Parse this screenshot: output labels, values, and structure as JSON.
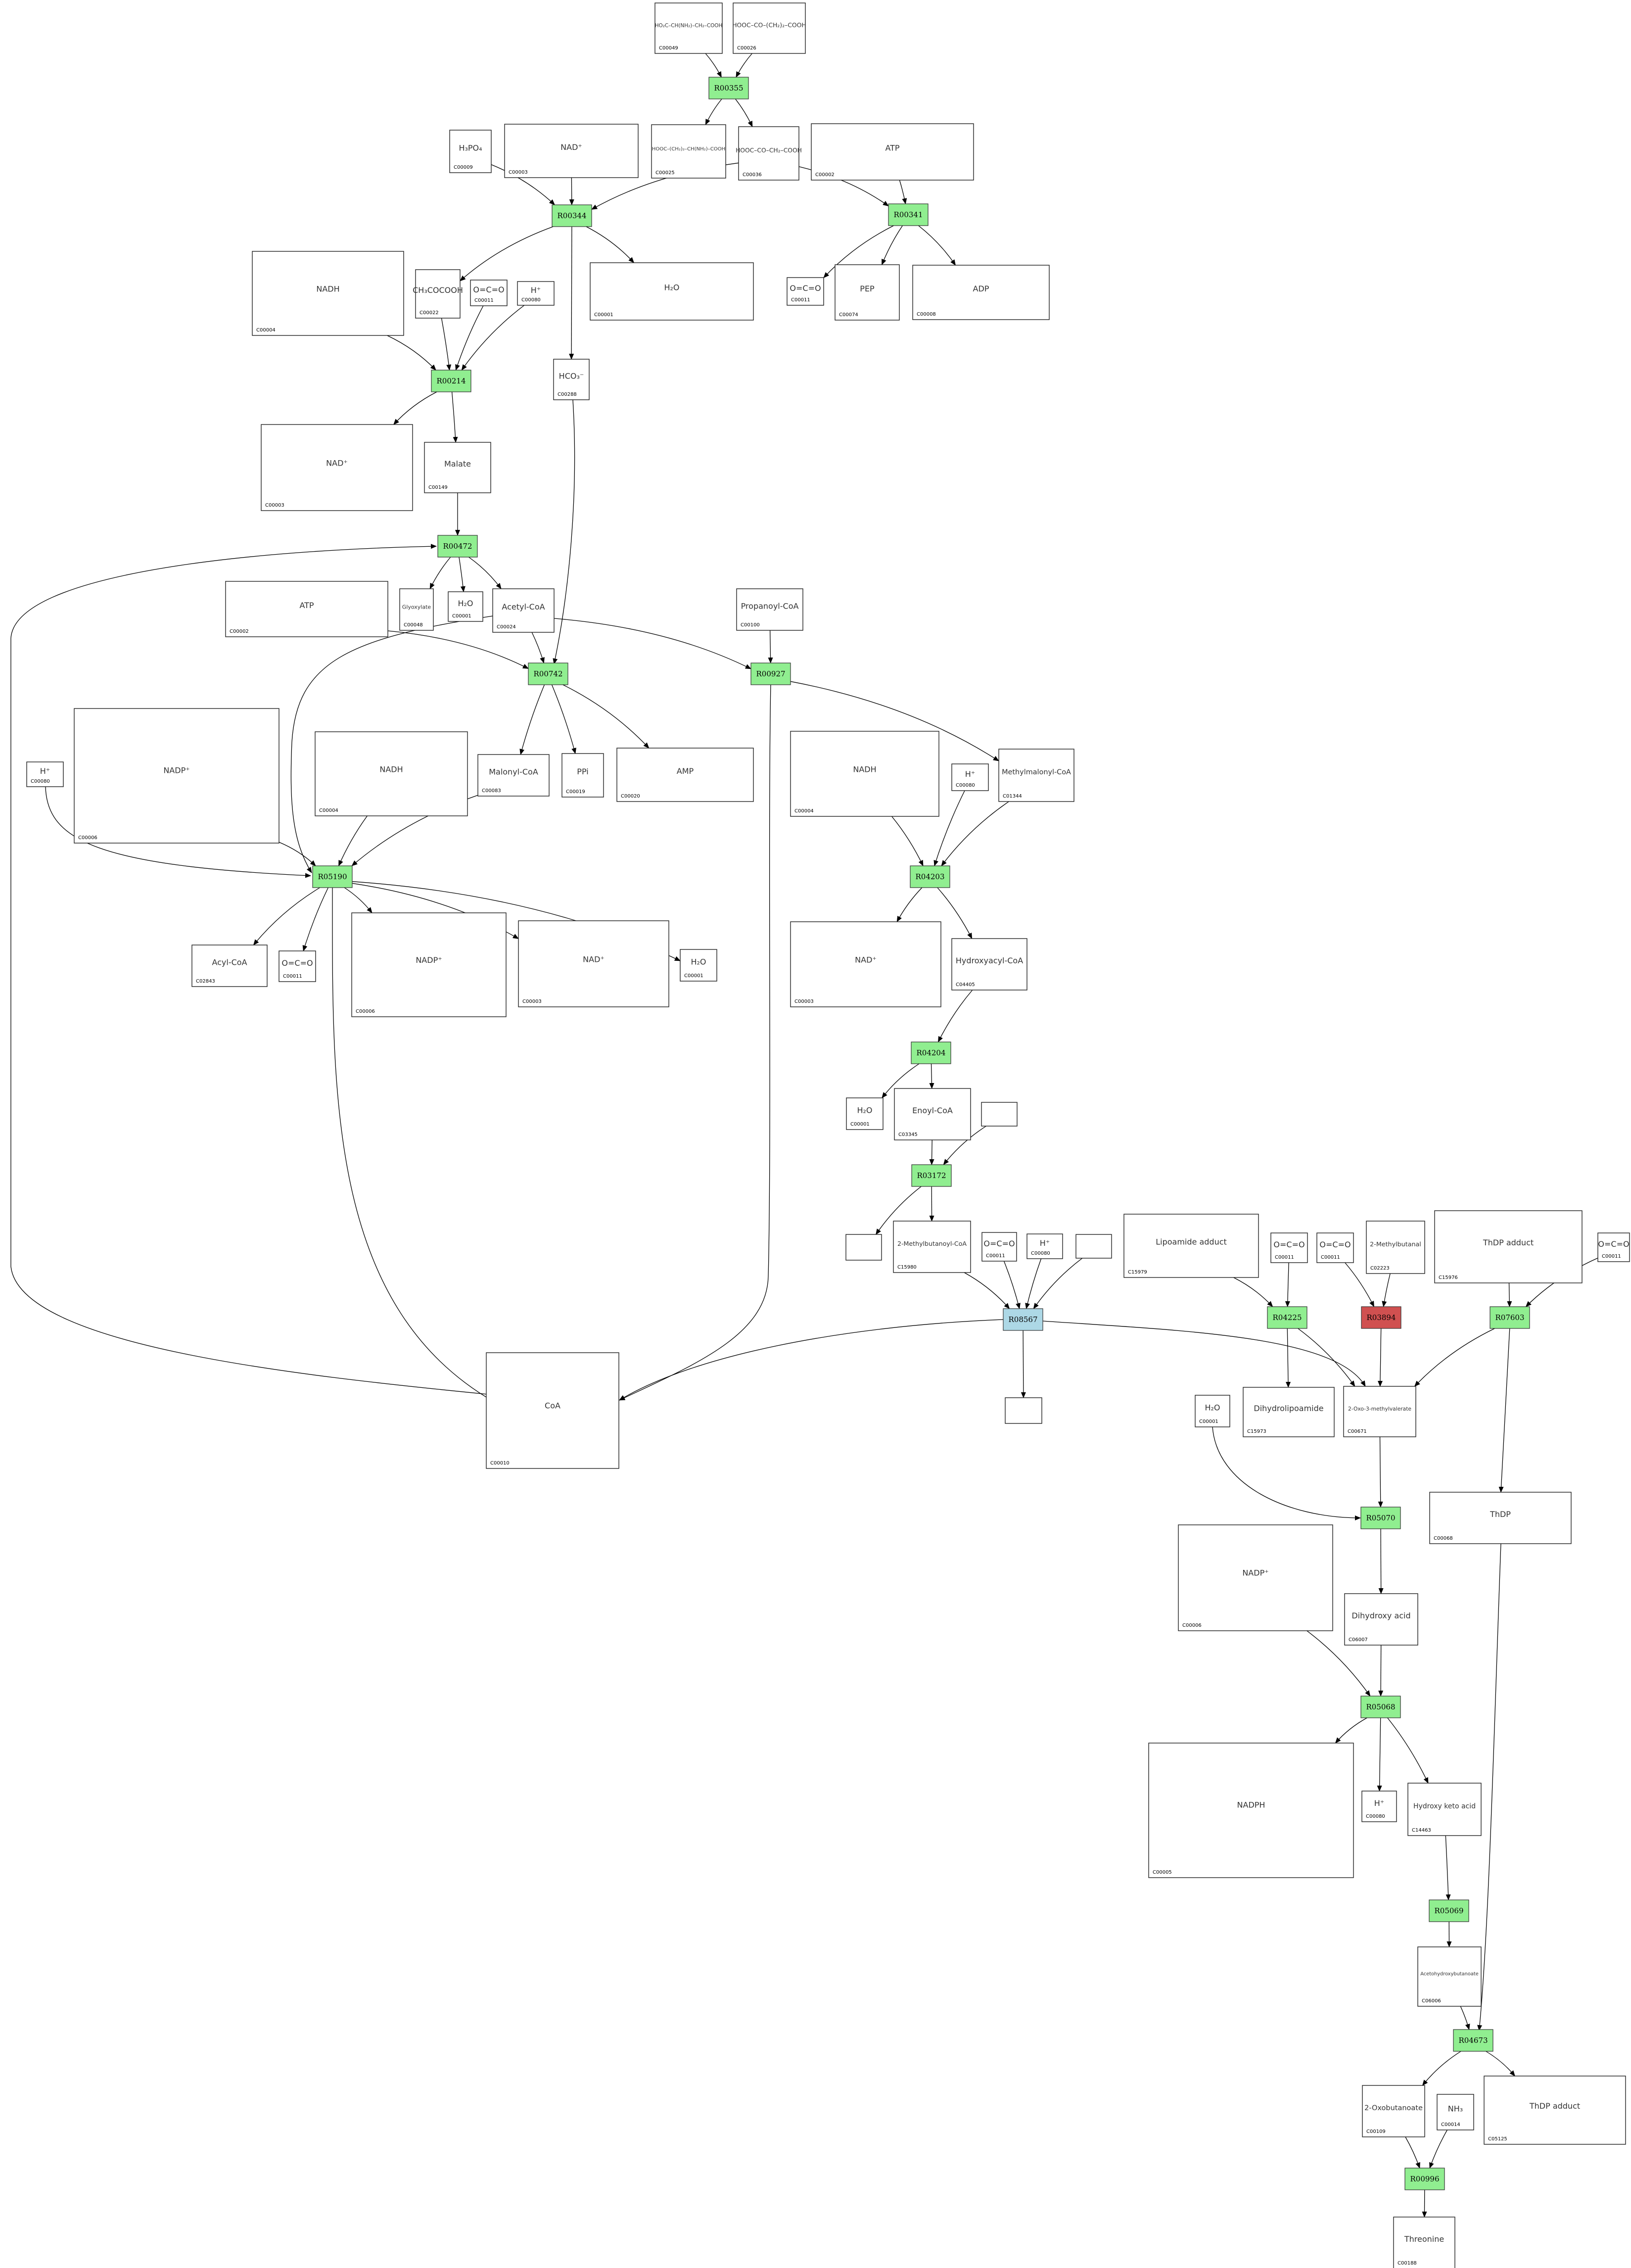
{
  "reactions": [
    {
      "id": "R00355",
      "label": "R00355",
      "color": "#90EE90"
    },
    {
      "id": "R00344",
      "label": "R00344",
      "color": "#90EE90"
    },
    {
      "id": "R00341",
      "label": "R00341",
      "color": "#90EE90"
    },
    {
      "id": "R00214",
      "label": "R00214",
      "color": "#90EE90"
    },
    {
      "id": "R00472",
      "label": "R00472",
      "color": "#90EE90"
    },
    {
      "id": "R00742",
      "label": "R00742",
      "color": "#90EE90"
    },
    {
      "id": "R00927",
      "label": "R00927",
      "color": "#90EE90"
    },
    {
      "id": "R05190",
      "label": "R05190",
      "color": "#90EE90"
    },
    {
      "id": "R04203",
      "label": "R04203",
      "color": "#90EE90"
    },
    {
      "id": "R04204",
      "label": "R04204",
      "color": "#90EE90"
    },
    {
      "id": "R03172",
      "label": "R03172",
      "color": "#90EE90"
    },
    {
      "id": "R08567",
      "label": "R08567",
      "color": "#ADD8E6"
    },
    {
      "id": "R04225",
      "label": "R04225",
      "color": "#90EE90"
    },
    {
      "id": "R03894",
      "label": "R03894",
      "color": "#D05050"
    },
    {
      "id": "R07603",
      "label": "R07603",
      "color": "#90EE90"
    },
    {
      "id": "R05070",
      "label": "R05070",
      "color": "#90EE90"
    },
    {
      "id": "R05068",
      "label": "R05068",
      "color": "#90EE90"
    },
    {
      "id": "R05069",
      "label": "R05069",
      "color": "#90EE90"
    },
    {
      "id": "R04673",
      "label": "R04673",
      "color": "#90EE90"
    },
    {
      "id": "R00996",
      "label": "R00996",
      "color": "#90EE90"
    }
  ],
  "compounds": [
    {
      "id": "c1",
      "label": "C00049",
      "glyph": "HO₂C–CH(NH₂)–CH₂–COOH"
    },
    {
      "id": "c2",
      "label": "C00026",
      "glyph": "HOOC–CO–(CH₂)₂–COOH"
    },
    {
      "id": "c3",
      "label": "C00025",
      "glyph": "HOOC–(CH₂)₂–CH(NH₂)–COOH"
    },
    {
      "id": "c4",
      "label": "C00036",
      "glyph": "HOOC–CO–CH₂–COOH"
    },
    {
      "id": "c5",
      "label": "C00009",
      "glyph": "H₃PO₄"
    },
    {
      "id": "c6",
      "label": "C00003",
      "glyph": "NAD⁺"
    },
    {
      "id": "c7",
      "label": "C00002",
      "glyph": "ATP"
    },
    {
      "id": "c8",
      "label": "C00004",
      "glyph": "NADH"
    },
    {
      "id": "c9",
      "label": "C00022",
      "glyph": "CH₃COCOOH"
    },
    {
      "id": "c10",
      "label": "C00011",
      "glyph": "O=C=O"
    },
    {
      "id": "c11",
      "label": "C00080",
      "glyph": "H⁺"
    },
    {
      "id": "c12",
      "label": "C00001",
      "glyph": "H₂O"
    },
    {
      "id": "c13",
      "label": "C00011",
      "glyph": "O=C=O"
    },
    {
      "id": "c14",
      "label": "C00074",
      "glyph": "PEP"
    },
    {
      "id": "c15",
      "label": "C00008",
      "glyph": "ADP"
    },
    {
      "id": "c16",
      "label": "C00288",
      "glyph": "HCO₃⁻"
    },
    {
      "id": "c17",
      "label": "C00003",
      "glyph": "NAD⁺"
    },
    {
      "id": "c18",
      "label": "C00149",
      "glyph": "Malate"
    },
    {
      "id": "c19",
      "label": "C00002",
      "glyph": "ATP"
    },
    {
      "id": "c20",
      "label": "C00048",
      "glyph": "Glyoxylate"
    },
    {
      "id": "c21",
      "label": "C00001",
      "glyph": "H₂O"
    },
    {
      "id": "c22",
      "label": "C00024",
      "glyph": "Acetyl-CoA"
    },
    {
      "id": "c23",
      "label": "C00100",
      "glyph": "Propanoyl-CoA"
    },
    {
      "id": "c24",
      "label": "C00080",
      "glyph": "H⁺"
    },
    {
      "id": "c25",
      "label": "C00006",
      "glyph": "NADP⁺"
    },
    {
      "id": "c26",
      "label": "C00004",
      "glyph": "NADH"
    },
    {
      "id": "c27",
      "label": "C00083",
      "glyph": "Malonyl-CoA"
    },
    {
      "id": "c28",
      "label": "C00019",
      "glyph": "PPi"
    },
    {
      "id": "c29",
      "label": "C00020",
      "glyph": "AMP"
    },
    {
      "id": "c30",
      "label": "C00004",
      "glyph": "NADH"
    },
    {
      "id": "c31",
      "label": "C00080",
      "glyph": "H⁺"
    },
    {
      "id": "c32",
      "label": "C01344",
      "glyph": "Methylmalonyl-CoA"
    },
    {
      "id": "c33",
      "label": "C02843",
      "glyph": "Acyl-CoA"
    },
    {
      "id": "c34",
      "label": "C00011",
      "glyph": "O=C=O"
    },
    {
      "id": "c35",
      "label": "C00006",
      "glyph": "NADP⁺"
    },
    {
      "id": "c36",
      "label": "C00003",
      "glyph": "NAD⁺"
    },
    {
      "id": "c37",
      "label": "C00001",
      "glyph": "H₂O"
    },
    {
      "id": "c38",
      "label": "C00003",
      "glyph": "NAD⁺"
    },
    {
      "id": "c39",
      "label": "C04405",
      "glyph": "Hydroxyacyl-CoA"
    },
    {
      "id": "c40",
      "label": "C00001",
      "glyph": "H₂O"
    },
    {
      "id": "c41",
      "label": "C03345",
      "glyph": "Enoyl-CoA"
    },
    {
      "id": "c42",
      "label": "",
      "glyph": ""
    },
    {
      "id": "c43",
      "label": "",
      "glyph": ""
    },
    {
      "id": "c44",
      "label": "C15980",
      "glyph": "2-Methylbutanoyl-CoA"
    },
    {
      "id": "c45",
      "label": "C00011",
      "glyph": "O=C=O"
    },
    {
      "id": "c46",
      "label": "C00080",
      "glyph": "H⁺"
    },
    {
      "id": "c47",
      "label": "",
      "glyph": ""
    },
    {
      "id": "c48",
      "label": "C15979",
      "glyph": "Lipoamide adduct"
    },
    {
      "id": "c49",
      "label": "C00011",
      "glyph": "O=C=O"
    },
    {
      "id": "c50",
      "label": "C00011",
      "glyph": "O=C=O"
    },
    {
      "id": "c51",
      "label": "C02223",
      "glyph": "2-Methylbutanal"
    },
    {
      "id": "c52",
      "label": "C15976",
      "glyph": "ThDP adduct"
    },
    {
      "id": "c53",
      "label": "C00011",
      "glyph": "O=C=O"
    },
    {
      "id": "c54",
      "label": "C00010",
      "glyph": "CoA"
    },
    {
      "id": "c55",
      "label": "",
      "glyph": ""
    },
    {
      "id": "c56",
      "label": "C15973",
      "glyph": "Dihydrolipoamide"
    },
    {
      "id": "c57",
      "label": "C00001",
      "glyph": "H₂O"
    },
    {
      "id": "c58",
      "label": "C00671",
      "glyph": "2-Oxo-3-methylvalerate"
    },
    {
      "id": "c59",
      "label": "C00068",
      "glyph": "ThDP"
    },
    {
      "id": "c60",
      "label": "C00006",
      "glyph": "NADP⁺"
    },
    {
      "id": "c61",
      "label": "C06007",
      "glyph": "Dihydroxy acid"
    },
    {
      "id": "c62",
      "label": "C00005",
      "glyph": "NADPH"
    },
    {
      "id": "c63",
      "label": "C00080",
      "glyph": "H⁺"
    },
    {
      "id": "c64",
      "label": "C14463",
      "glyph": "Hydroxy keto acid"
    },
    {
      "id": "c65",
      "label": "C06006",
      "glyph": "Acetohydroxybutanoate"
    },
    {
      "id": "c66",
      "label": "C00109",
      "glyph": "2-Oxobutanoate"
    },
    {
      "id": "c67",
      "label": "C00014",
      "glyph": "NH₃"
    },
    {
      "id": "c68",
      "label": "C05125",
      "glyph": "ThDP adduct"
    },
    {
      "id": "c69",
      "label": "C00188",
      "glyph": "Threonine"
    }
  ]
}
